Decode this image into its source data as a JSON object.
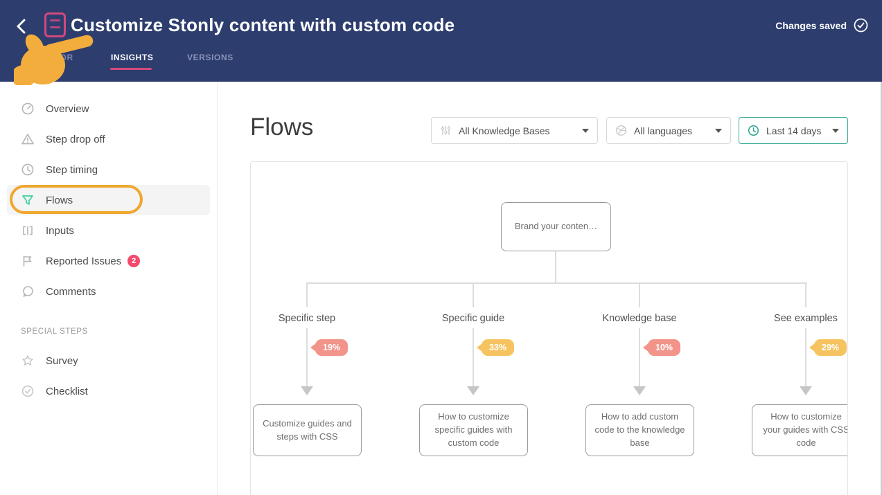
{
  "header": {
    "title": "Customize Stonly content with custom code",
    "status": "Changes saved",
    "tabs": {
      "editor": "EDITOR",
      "insights": "INSIGHTS",
      "versions": "VERSIONS"
    }
  },
  "sidebar": {
    "items": [
      {
        "label": "Overview",
        "icon": "gauge-icon"
      },
      {
        "label": "Step drop off",
        "icon": "warning-icon"
      },
      {
        "label": "Step timing",
        "icon": "clock-icon"
      },
      {
        "label": "Flows",
        "icon": "funnel-icon",
        "active": true,
        "annotated": true
      },
      {
        "label": "Inputs",
        "icon": "input-brackets-icon"
      },
      {
        "label": "Reported Issues",
        "icon": "flag-icon",
        "badge": "2"
      },
      {
        "label": "Comments",
        "icon": "comment-icon"
      }
    ],
    "section_label": "SPECIAL STEPS",
    "special_items": [
      {
        "label": "Survey",
        "icon": "star-icon"
      },
      {
        "label": "Checklist",
        "icon": "check-circle-icon"
      }
    ]
  },
  "main": {
    "heading": "Flows",
    "filters": {
      "knowledge_base": {
        "label": "All Knowledge Bases"
      },
      "language": {
        "label": "All languages"
      },
      "date_range": {
        "label": "Last 14 days",
        "highlighted": true
      }
    }
  },
  "chart_data": {
    "type": "flow",
    "title": "Flows",
    "root": {
      "label": "Brand your conten…"
    },
    "branches": [
      {
        "label": "Specific step",
        "percent": "19%",
        "percent_color": "#F2948A",
        "target": "Customize guides and steps with CSS"
      },
      {
        "label": "Specific guide",
        "percent": "33%",
        "percent_color": "#F5C35F",
        "target": "How to customize specific guides with custom code"
      },
      {
        "label": "Knowledge base",
        "percent": "10%",
        "percent_color": "#F2948A",
        "target": "How to add custom code to the knowledge base"
      },
      {
        "label": "See examples",
        "percent": "29%",
        "percent_color": "#F5C35F",
        "target": "How to customize your guides with CSS code"
      }
    ]
  },
  "colors": {
    "header_bg": "#2D3D6E",
    "accent_pink": "#D6487C",
    "annotation_orange": "#EFA72F",
    "annotation_hand_yellow": "#F3AD3C",
    "teal_highlight": "#35A893",
    "badge_salmon": "#F2948A",
    "badge_amber": "#F5C35F",
    "issues_badge_red": "#F4486C"
  }
}
